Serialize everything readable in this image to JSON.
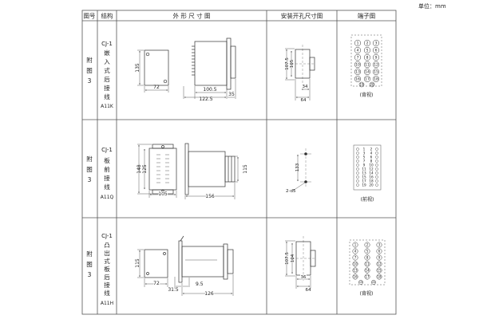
{
  "unit_label": "单位：mm",
  "headers": {
    "fig_no": "图号",
    "structure": "结构",
    "outline": "外 形 尺 寸 图",
    "cutout": "安装开孔尺寸图",
    "terminal": "端子图"
  },
  "rows": [
    {
      "fig_no": [
        "附",
        "图",
        "3"
      ],
      "structure": [
        "CJ-1",
        "嵌",
        "入",
        "式",
        "后",
        "接",
        "线"
      ],
      "code": "A11K",
      "outline_dims": {
        "front_height": "135",
        "front_width": "72",
        "depth_body": "100.5",
        "depth_total": "122.5",
        "plate": "35"
      },
      "cutout_dims": {
        "outer_height": "107.5",
        "inner_height": "105",
        "width": "34",
        "spacing": "64"
      },
      "terminal_numbers": [
        "1",
        "2",
        "3",
        "4",
        "5",
        "6",
        "7",
        "8",
        "9",
        "10",
        "11",
        "12",
        "13",
        "14",
        "15",
        "16",
        "17",
        "18",
        "19",
        "20"
      ],
      "terminal_view": "(背视)"
    },
    {
      "fig_no": [
        "附",
        "图",
        "3"
      ],
      "structure": [
        "CJ-1",
        "板",
        "前",
        "接",
        "线"
      ],
      "code": "A11Q",
      "outline_dims": {
        "outer_height": "148",
        "inner_height": "125",
        "width": "105",
        "depth": "156",
        "side_height": "115"
      },
      "cutout_dims": {
        "height": "133",
        "hole": "2-d5"
      },
      "terminal_numbers": [
        "1",
        "2",
        "3",
        "4",
        "5",
        "6",
        "7",
        "8",
        "9",
        "10",
        "11",
        "12",
        "13",
        "14",
        "15",
        "16",
        "17",
        "18",
        "19",
        "20"
      ],
      "terminal_view": "(前视)"
    },
    {
      "fig_no": [
        "附",
        "图",
        "3"
      ],
      "structure": [
        "CJ-1",
        "凸",
        "出",
        "式",
        "板",
        "后",
        "接",
        "线"
      ],
      "code": "A11H",
      "outline_dims": {
        "front_height": "115",
        "front_width": "72",
        "flange": "31.5",
        "step": "9.5",
        "depth": "126"
      },
      "cutout_dims": {
        "outer_height": "107.5",
        "inner_height": "104",
        "width": "36",
        "spacing": "64"
      },
      "terminal_numbers": [
        "1",
        "2",
        "3",
        "4",
        "5",
        "6",
        "7",
        "8",
        "9",
        "10",
        "11",
        "12",
        "13",
        "14",
        "15",
        "16",
        "17",
        "18",
        "19",
        "20"
      ],
      "terminal_view": "(背视)"
    }
  ]
}
